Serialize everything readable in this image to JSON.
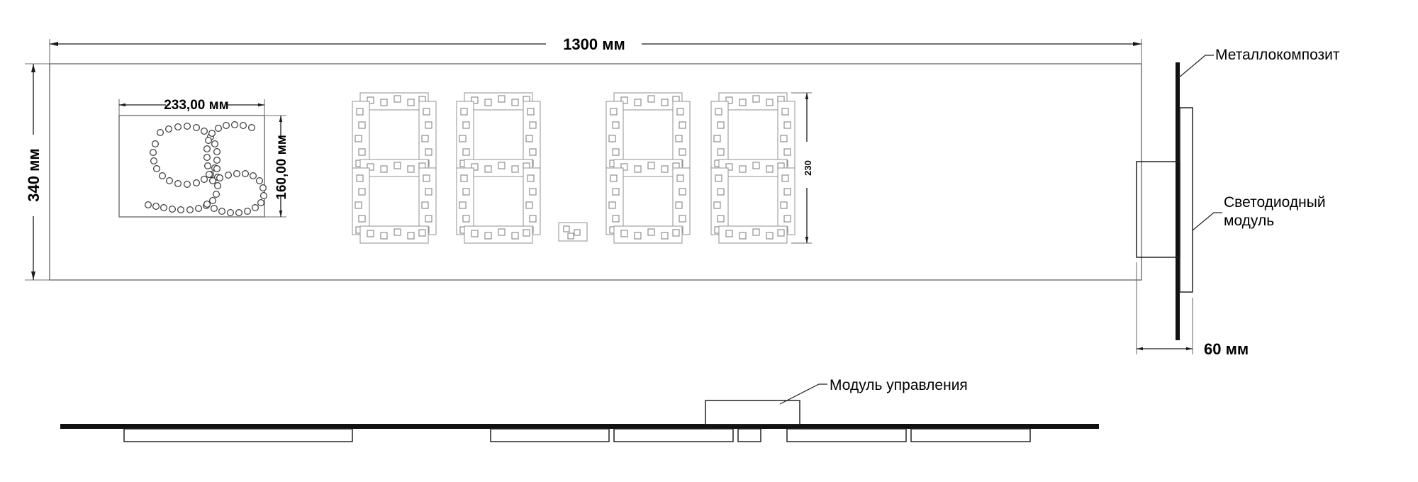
{
  "drawing": {
    "title": "LED display panel technical drawing",
    "units_suffix": "мм",
    "dimensions": {
      "overall_width": "1300 мм",
      "overall_height": "340 мм",
      "digit_block_width": "233,00 мм",
      "digit_block_height": "160,00 мм",
      "segment_digit_height": "230",
      "depth": "60 мм"
    },
    "callouts": {
      "metal_composite": "Металлокомпозит",
      "led_module_line1": "Светодиодный",
      "led_module_line2": "модуль",
      "control_module": "Модуль управления"
    },
    "front_view": {
      "sample_digits": "95",
      "segment_display_value": "88.88",
      "digit_count": 4,
      "decimal_point": true
    },
    "colors": {
      "line": "#6f6f6f",
      "dim_line": "#1a1a1a",
      "thick_fill": "#111111",
      "led_stroke": "#3b3b3b",
      "segment_stroke": "#9a9a9a",
      "background": "#ffffff"
    }
  }
}
